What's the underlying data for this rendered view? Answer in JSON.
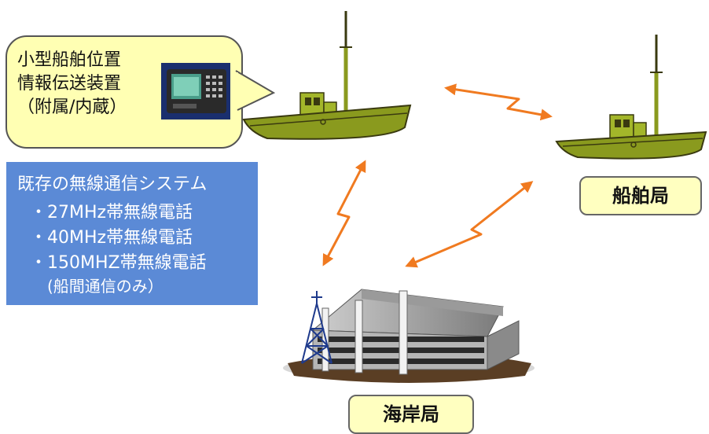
{
  "callout": {
    "line1": "小型船舶位置",
    "line2": "情報伝送装置",
    "line3": "（附属/内蔵）"
  },
  "system_box": {
    "title": "既存の無線通信システム",
    "items": [
      "・27MHz帯無線電話",
      "・40MHz帯無線電話",
      "・150MHZ帯無線電話"
    ],
    "note": "(船間通信のみ）"
  },
  "labels": {
    "ship_station": "船舶局",
    "coast_station": "海岸局"
  },
  "colors": {
    "callout_fill": "#ffffb3",
    "system_box_fill": "#5b8ad6",
    "label_fill": "#ffffc0",
    "hull": "#8a9a1e",
    "arrow": "#f07a20"
  },
  "icons": [
    "fishing-boat-icon",
    "fishing-boat-icon",
    "position-device-icon",
    "coast-station-building-icon",
    "radio-tower-icon"
  ]
}
